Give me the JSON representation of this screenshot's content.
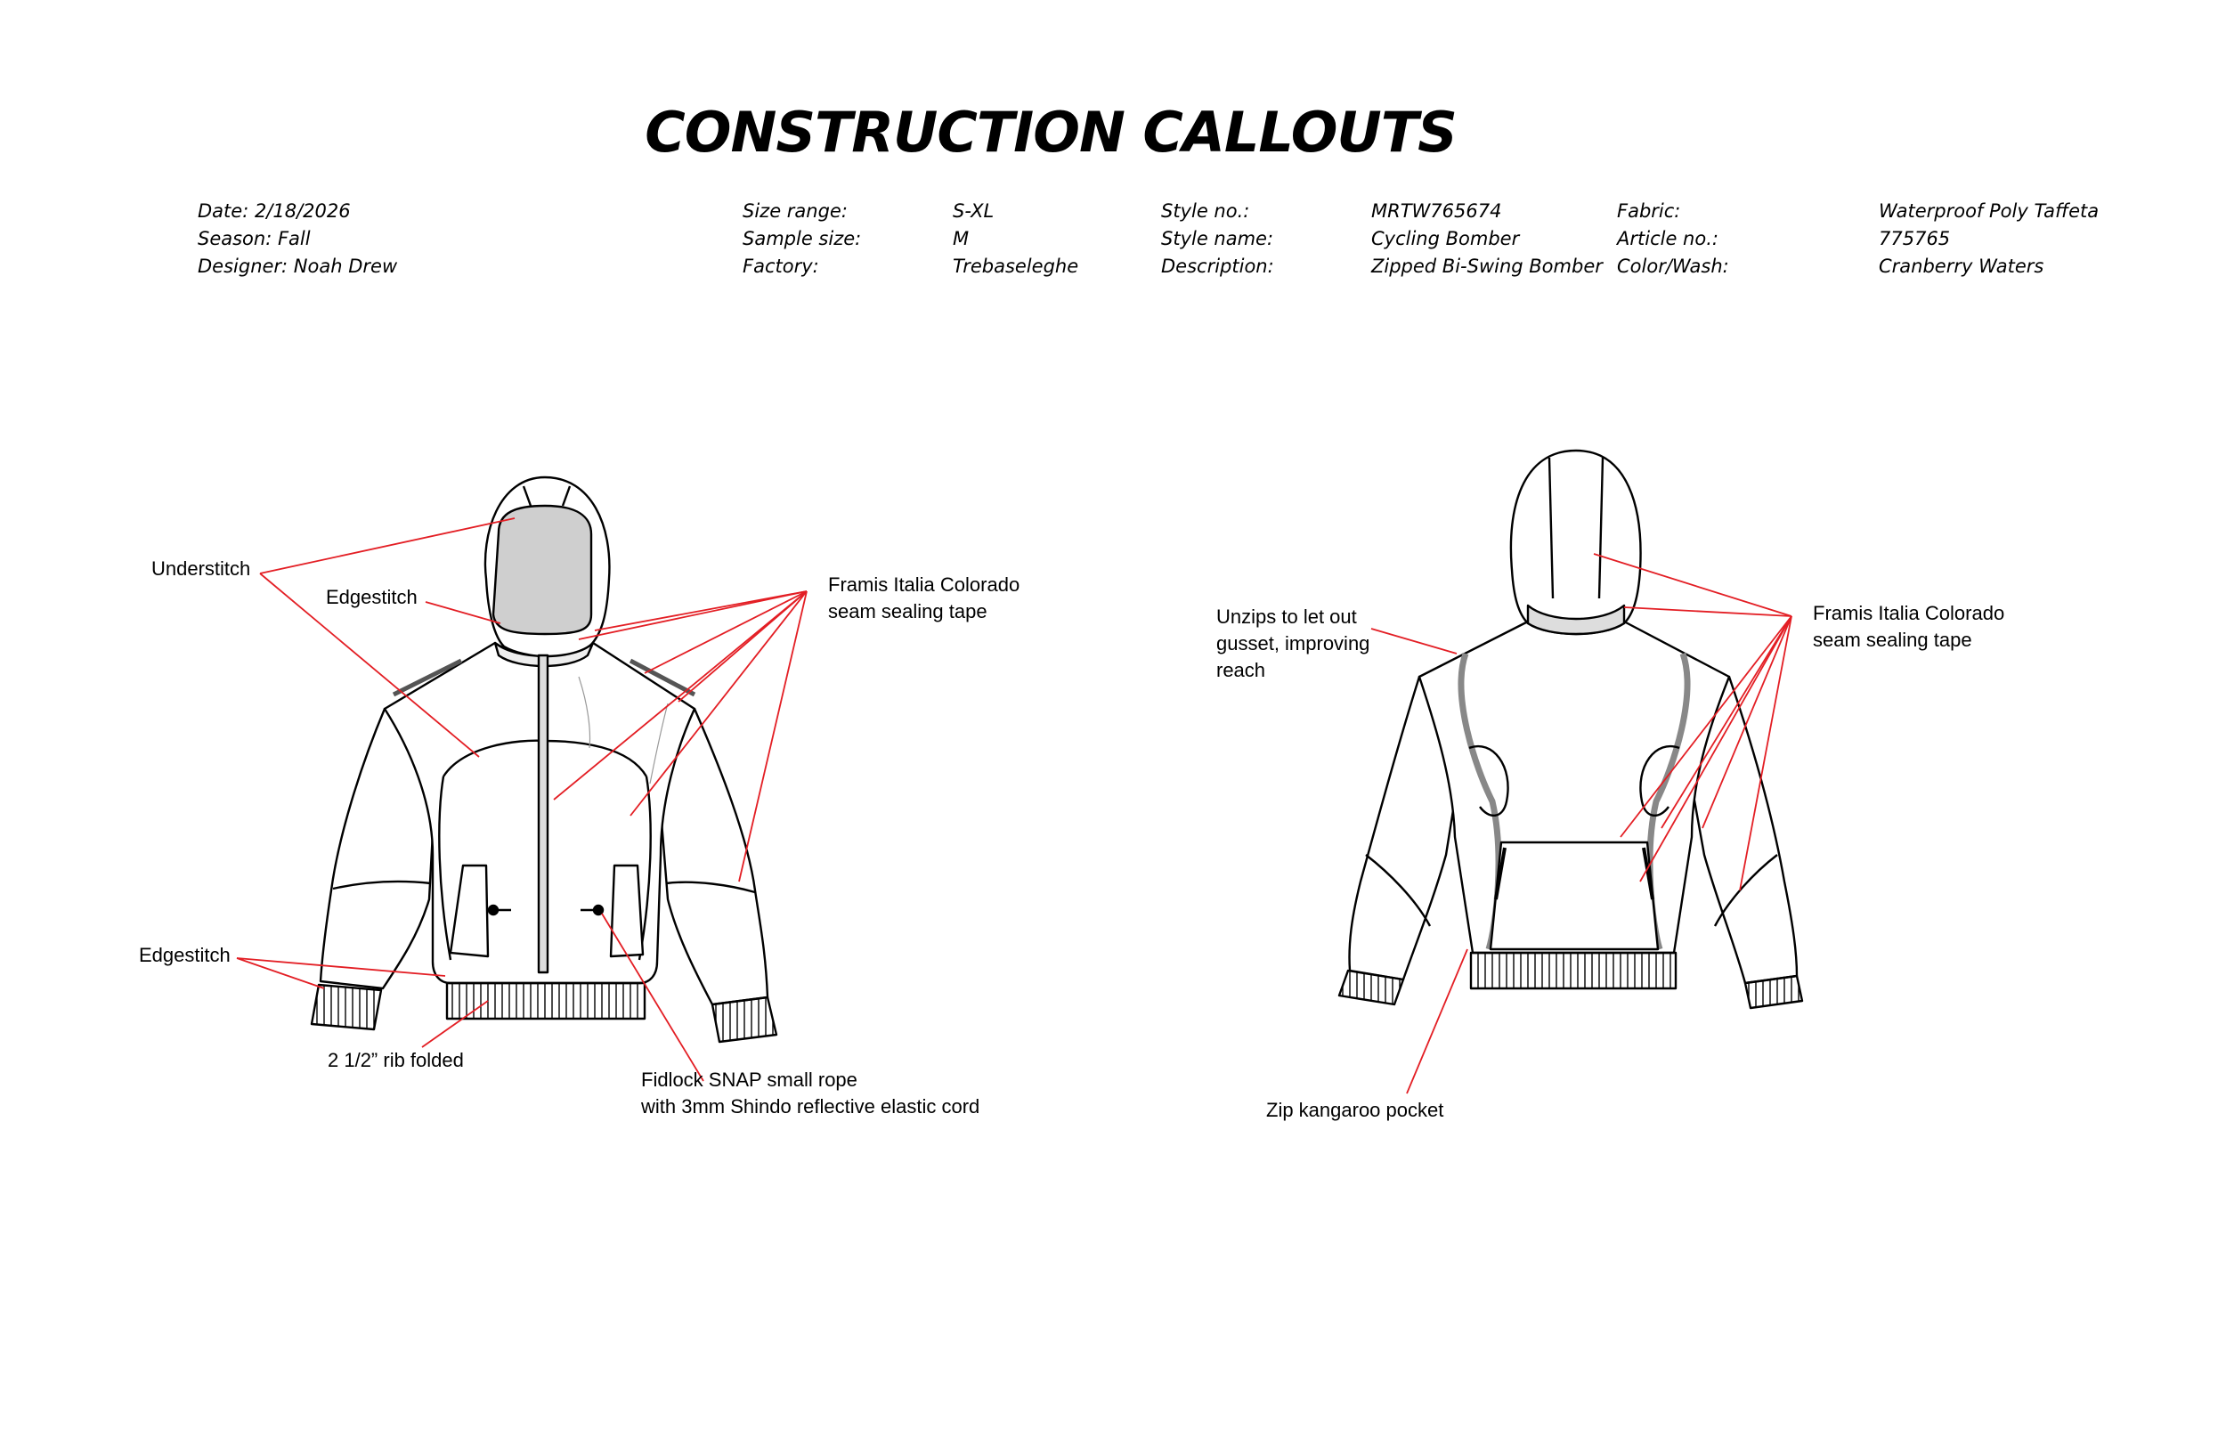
{
  "title": "CONSTRUCTION CALLOUTS",
  "spec": {
    "col1": [
      "Date: 2/18/2026",
      "Season: Fall",
      "Designer: Noah Drew"
    ],
    "col2_labels": [
      "Size range:",
      "Sample size:",
      "Factory:"
    ],
    "col2_values": [
      "S-XL",
      "M",
      "Trebaseleghe"
    ],
    "col3_labels": [
      "Style no.:",
      "Style name:",
      "Description:"
    ],
    "col3_values": [
      "MRTW765674",
      "Cycling Bomber",
      "Zipped Bi-Swing Bomber"
    ],
    "col4_labels": [
      "Fabric:",
      "Article no.:",
      "Color/Wash:"
    ],
    "col4_values": [
      "Waterproof Poly Taffeta",
      "775765",
      "Cranberry Waters"
    ]
  },
  "front_callouts": {
    "understitch": "Understitch",
    "edgestitch_top": "Edgestitch",
    "tape_line1": "Framis Italia Colorado",
    "tape_line2": "seam sealing tape",
    "edgestitch_bottom": "Edgestitch",
    "rib": "2 1/2” rib folded",
    "fidlock_line1": "Fidlock SNAP small rope",
    "fidlock_line2": "with 3mm Shindo reflective elastic cord"
  },
  "back_callouts": {
    "unzip_line1": "Unzips to let out",
    "unzip_line2": "gusset, improving",
    "unzip_line3": "reach",
    "tape_line1": "Framis Italia Colorado",
    "tape_line2": "seam sealing tape",
    "pocket": "Zip kangaroo pocket"
  },
  "colors": {
    "callout_line": "#e31e24",
    "ink": "#000000",
    "hood_lining": "#cfcfcf"
  }
}
